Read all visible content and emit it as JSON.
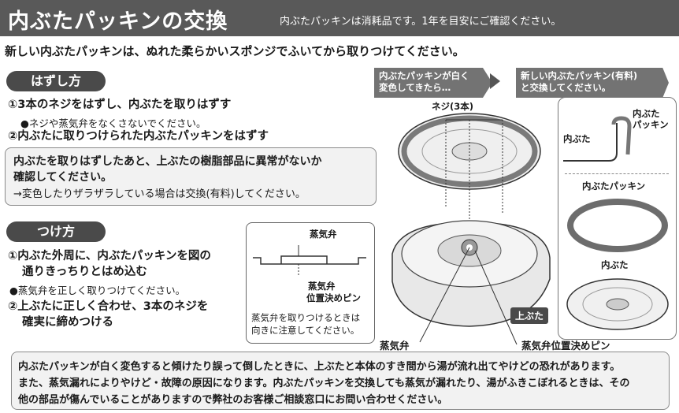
{
  "header": {
    "title": "内ぶたパッキンの交換",
    "note": "内ぶたパッキンは消耗品です。1年を目安にご確認ください。"
  },
  "intro": "新しい内ぶたパッキンは、ぬれた柔らかいスポンジでふいてから取りつけてください。",
  "remove": {
    "heading": "はずし方",
    "step1": "①3本のネジをはずし、内ぶたを取りはずす",
    "step1_note": "●ネジや蒸気弁をなくさないでください。",
    "step2": "②内ぶたに取りつけられた内ぶたパッキンをはずす",
    "box_line1": "内ぶたを取りはずしたあと、上ぶたの樹脂部品に異常がないか",
    "box_line2": "確認してください。",
    "box_line3": "→変色したりザラザラしている場合は交換(有料)してください。"
  },
  "attach": {
    "heading": "つけ方",
    "step1_line1": "①内ぶた外周に、内ぶたパッキンを図の",
    "step1_line2": "通りきっちりとはめ込む",
    "step1_note": "●蒸気弁を正しく取りつけてください。",
    "step2_line1": "②上ぶたに正しく合わせ、3本のネジを",
    "step2_line2": "確実に締めつける"
  },
  "callouts": {
    "a_line1": "内ぶたパッキンが白く",
    "a_line2": "変色してきたら…",
    "b_line1": "新しい内ぶたパッキン(有料)",
    "b_line2": "と交換してください。"
  },
  "diagram": {
    "screws": "ネジ(3本)",
    "valve_top": "蒸気弁",
    "valve_pin_1": "蒸気弁",
    "valve_pin_2": "位置決めピン",
    "inset_note_1": "蒸気弁を取りつけるときは",
    "inset_note_2": "向きに注意してください。",
    "valve": "蒸気弁",
    "valve_pin": "蒸気弁位置決めピン",
    "upper_lid": "上ぶた",
    "panel_inner_lid": "内ぶた",
    "panel_packing_1": "内ぶた",
    "panel_packing_2": "パッキン",
    "panel_packing_label": "内ぶたパッキン",
    "panel_inner_lid_label": "内ぶた"
  },
  "warning": {
    "line1": "内ぶたパッキンが白く変色すると傾けたり誤って倒したときに、上ぶたと本体のすき間から湯が流れ出てやけどの恐れがあります。",
    "line2": "また、蒸気漏れによりやけど・故障の原因になります。内ぶたパッキンを交換しても蒸気が漏れたり、湯がふきこぼれるときは、その",
    "line3": "他の部品が傷んでいることがありますので弊社のお客様ご相談窓口にお問い合わせください。"
  }
}
